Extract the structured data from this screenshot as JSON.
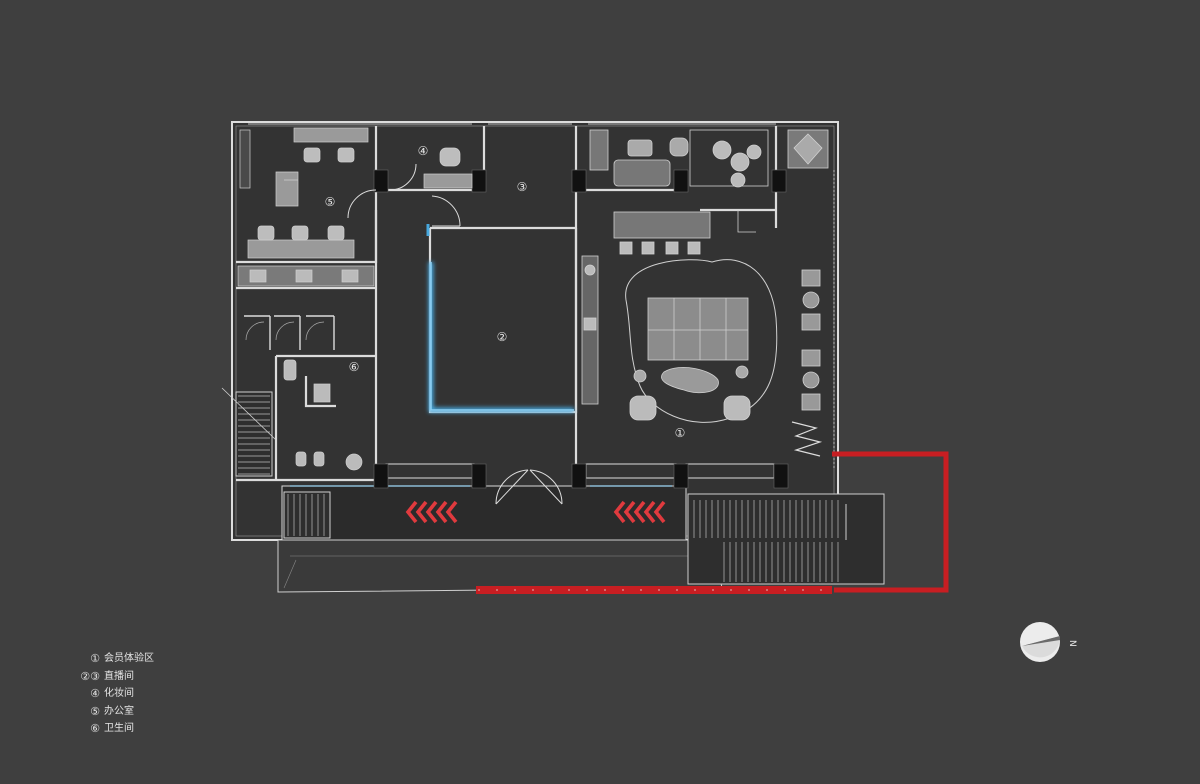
{
  "plan": {
    "rooms": [
      {
        "id": "room-1-member-experience",
        "marker": "①"
      },
      {
        "id": "room-2-live-studio",
        "marker": "②"
      },
      {
        "id": "room-3-live-studio",
        "marker": "③"
      },
      {
        "id": "room-4-makeup",
        "marker": "④"
      },
      {
        "id": "room-5-office",
        "marker": "⑤"
      },
      {
        "id": "room-6-restroom",
        "marker": "⑥"
      }
    ]
  },
  "legend": [
    {
      "num": "①",
      "label": "会员体验区"
    },
    {
      "num": "②③",
      "label": "直播间"
    },
    {
      "num": "④",
      "label": "化妆间"
    },
    {
      "num": "⑤",
      "label": "办公室"
    },
    {
      "num": "⑥",
      "label": "卫生间"
    }
  ],
  "compass": {
    "label": "N"
  },
  "colors": {
    "background": "#3f3f3f",
    "floor": "#333333",
    "walls": "#e0e0e0",
    "accent_red": "#c81e22",
    "led_blue": "#47a8de",
    "arrow_red": "#e03a3e"
  }
}
